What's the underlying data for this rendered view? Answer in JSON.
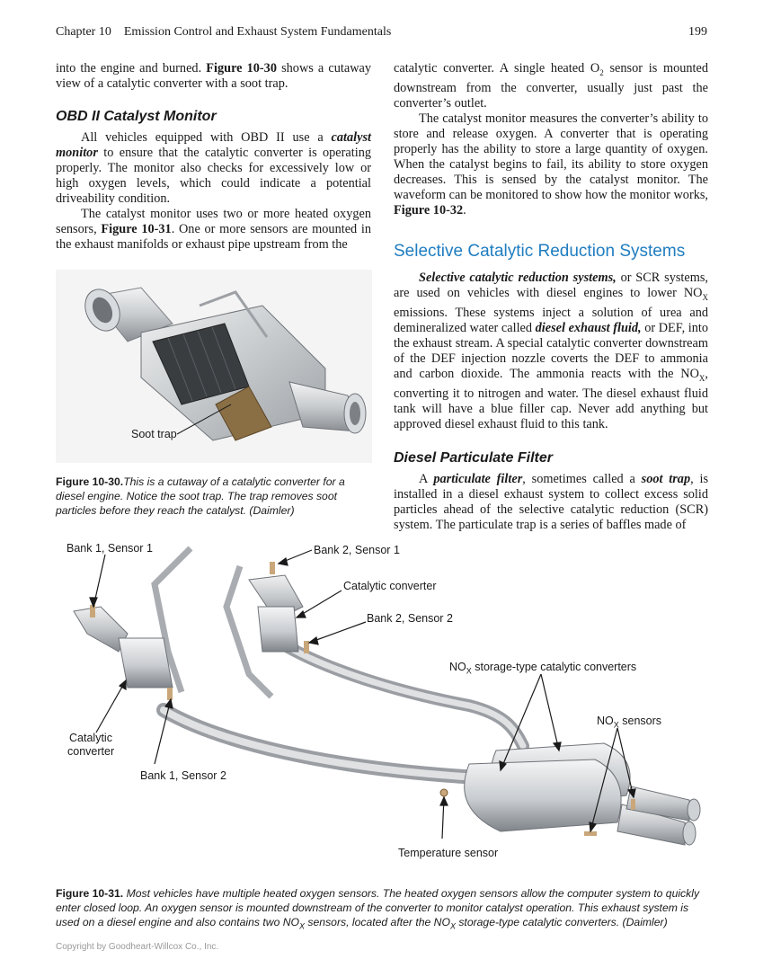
{
  "header": {
    "chapter": "Chapter 10",
    "title": "Emission Control and Exhaust System Fundamentals",
    "page_number": "199"
  },
  "left_column": {
    "p1_a": "into the engine and burned.",
    "p1_ref": "Figure 10-30",
    "p1_b": "shows a cutaway view of a catalytic converter with a soot trap.",
    "heading_obd": "OBD II Catalyst Monitor",
    "p2_a": "All vehicles equipped with OBD II use a",
    "p2_term": "catalyst monitor",
    "p2_b": "to ensure that the catalytic converter is operating properly. The monitor also checks for excessively low or high oxygen levels, which could indicate a potential driveability condition.",
    "p3_a": "The catalyst monitor uses two or more heated oxygen sensors,",
    "p3_ref": "Figure 10-31",
    "p3_b": ". One or more sensors are mounted in the exhaust manifolds or exhaust pipe upstream from the"
  },
  "right_column": {
    "p1_a": "catalytic converter. A single heated O",
    "p1_sub": "2",
    "p1_b": "sensor is mounted downstream from the converter, usually just past the converter’s outlet.",
    "p2_a": "The catalyst monitor measures the converter’s ability to store and release oxygen. A converter that is operating properly has the ability to store a large quantity of oxygen. When the catalyst begins to fail, its ability to store oxygen decreases. This is sensed by the catalyst monitor. The waveform can be monitored to show how the monitor works,",
    "p2_ref": "Figure 10-32",
    "p2_end": ".",
    "heading_scr": "Selective Catalytic Reduction Systems",
    "p3_term": "Selective catalytic reduction systems,",
    "p3_a": "or SCR systems, are used on vehicles with diesel engines to lower NO",
    "p3_sub1": "X",
    "p3_b": "emissions. These systems inject a solution of urea and demineralized water called",
    "p3_term2": "diesel exhaust fluid,",
    "p3_c": "or DEF, into the exhaust stream. A special catalytic converter downstream of the DEF injection nozzle coverts the DEF to ammonia and carbon dioxide. The ammonia reacts with the NO",
    "p3_sub2": "X",
    "p3_d": ", converting it to nitrogen and water. The diesel exhaust fluid tank will have a blue filler cap. Never add anything but approved diesel exhaust fluid to this tank.",
    "heading_dpf": "Diesel Particulate Filter",
    "p4_a": "A",
    "p4_term": "particulate filter",
    "p4_b": ", sometimes called a",
    "p4_term2": "soot trap",
    "p4_c": ", is installed in a diesel exhaust system to collect excess solid particles ahead of the selective catalytic reduction (SCR) system. The particulate trap is a series of baffles made of"
  },
  "figure_30": {
    "label_soot_trap": "Soot trap",
    "caption_num": "Figure 10-30.",
    "caption_text": "This is a cutaway of a catalytic converter for a diesel engine. Notice the soot trap. The trap removes soot particles before they reach the catalyst. (Daimler)"
  },
  "figure_31": {
    "labels": {
      "bank1_sensor1": "Bank 1, Sensor 1",
      "bank2_sensor1": "Bank 2, Sensor 1",
      "catalytic_converter_top": "Catalytic converter",
      "bank2_sensor2": "Bank 2, Sensor 2",
      "nox_storage_a": "NO",
      "nox_storage_sub": "X",
      "nox_storage_b": " storage-type catalytic converters",
      "nox_sensors_a": "NO",
      "nox_sensors_sub": "X",
      "nox_sensors_b": " sensors",
      "catalytic_converter_left_1": "Catalytic",
      "catalytic_converter_left_2": "converter",
      "bank1_sensor2": "Bank 1, Sensor 2",
      "temperature_sensor": "Temperature sensor"
    },
    "caption_num": "Figure 10-31.",
    "caption_a": "Most vehicles have multiple heated oxygen sensors. The heated oxygen sensors allow the computer system to quickly enter closed loop. An oxygen sensor is mounted downstream of the converter to monitor catalyst operation. This exhaust system is used on a diesel engine and also contains two NO",
    "caption_sub1": "X",
    "caption_b": " sensors, located after the NO",
    "caption_sub2": "X",
    "caption_c": " storage-type catalytic converters. (Daimler)"
  },
  "footer": {
    "copyright": "Copyright by Goodheart-Willcox Co., Inc."
  },
  "colors": {
    "heading_blue": "#1f7dc0",
    "metal_light": "#e2e4e6",
    "metal_dark": "#8a8e92",
    "soot_brown": "#8a6f45"
  }
}
